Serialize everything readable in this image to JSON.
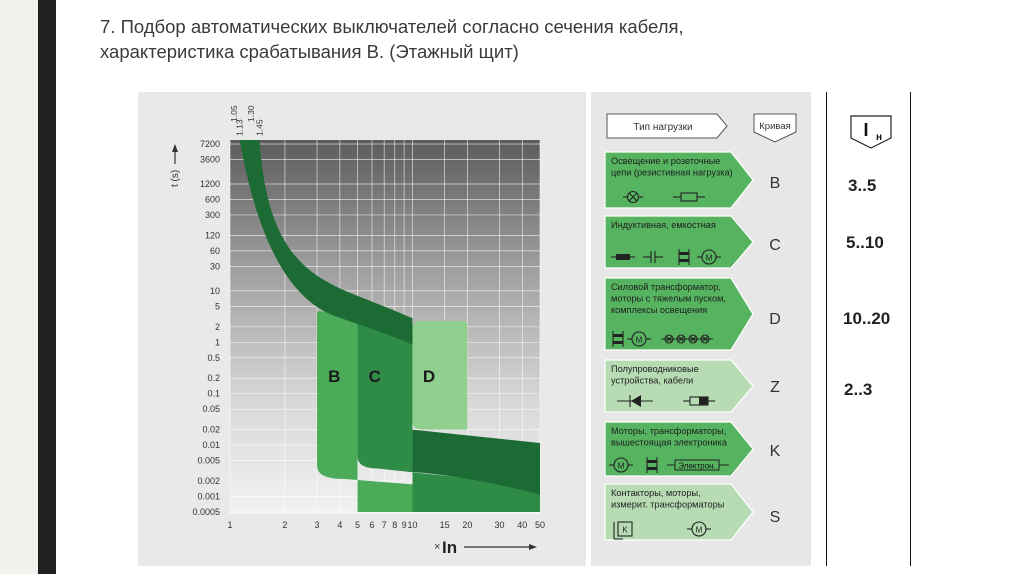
{
  "title": {
    "line1": "7. Подбор автоматических выключателей согласно сечения кабеля,",
    "line2": "характеристика срабатывания В. (Этажный щит)"
  },
  "chart": {
    "y_axis_label": "t (s)",
    "y_ticks": [
      "7200",
      "3600",
      "1200",
      "600",
      "300",
      "120",
      "60",
      "30",
      "10",
      "5",
      "2",
      "1",
      "0.5",
      "0.2",
      "0.1",
      "0.05",
      "0.02",
      "0.01",
      "0.005",
      "0.002",
      "0.001",
      "0.0005"
    ],
    "x_ticks": [
      "1",
      "2",
      "3",
      "4",
      "5",
      "6",
      "7",
      "8",
      "9",
      "10",
      "15",
      "20",
      "30",
      "40",
      "50"
    ],
    "x_axis_label": "In",
    "x_axis_prefix": "×",
    "top_labels": [
      "1.13",
      "1.05",
      "1.45",
      "1.30"
    ],
    "band_labels": [
      "B",
      "C",
      "D"
    ],
    "colors": {
      "band_b": "#4bab58",
      "band_c": "#2f8c47",
      "band_d": "#8fd08f",
      "thermal": "#1d6b34"
    }
  },
  "table": {
    "header_load": "Тип нагрузки",
    "header_curve": "Кривая",
    "rows": [
      {
        "text": [
          "Освещение и розеточные",
          "цепи (резистивная нагрузка)"
        ],
        "curve": "B",
        "style": "green",
        "icon_symbols": [
          "lamp-icon",
          "resistor-icon"
        ]
      },
      {
        "text": [
          "Индуктивная, емкостная"
        ],
        "curve": "C",
        "style": "green",
        "icon_symbols": [
          "inductor-icon",
          "capacitor-icon",
          "coil-icon",
          "motor-icon"
        ]
      },
      {
        "text": [
          "Силовой трансформатор,",
          "моторы с тяжелым пуском,",
          "комплексы освещения"
        ],
        "curve": "D",
        "style": "green",
        "icon_symbols": [
          "coil-icon",
          "motor-icon",
          "lamp-chain-icon"
        ]
      },
      {
        "text": [
          "Полупроводниковые",
          "устройства, кабели"
        ],
        "curve": "Z",
        "style": "light",
        "icon_symbols": [
          "diode-icon",
          "fuse-icon"
        ]
      },
      {
        "text": [
          "Моторы, трансформаторы,",
          "вышестоящая электроника"
        ],
        "curve": "K",
        "style": "green",
        "icon_symbols": [
          "motor-icon",
          "coil-icon"
        ],
        "extra_label": "Электрон."
      },
      {
        "text": [
          "Контакторы, моторы,",
          "измерит. трансформаторы"
        ],
        "curve": "S",
        "style": "light",
        "icon_symbols": [
          "relay-icon",
          "motor-icon"
        ],
        "relay_label": "K"
      }
    ]
  },
  "in_column": {
    "header": "I",
    "header_sub": "н",
    "values": [
      "3..5",
      "5..10",
      "10..20",
      "2..3"
    ]
  }
}
